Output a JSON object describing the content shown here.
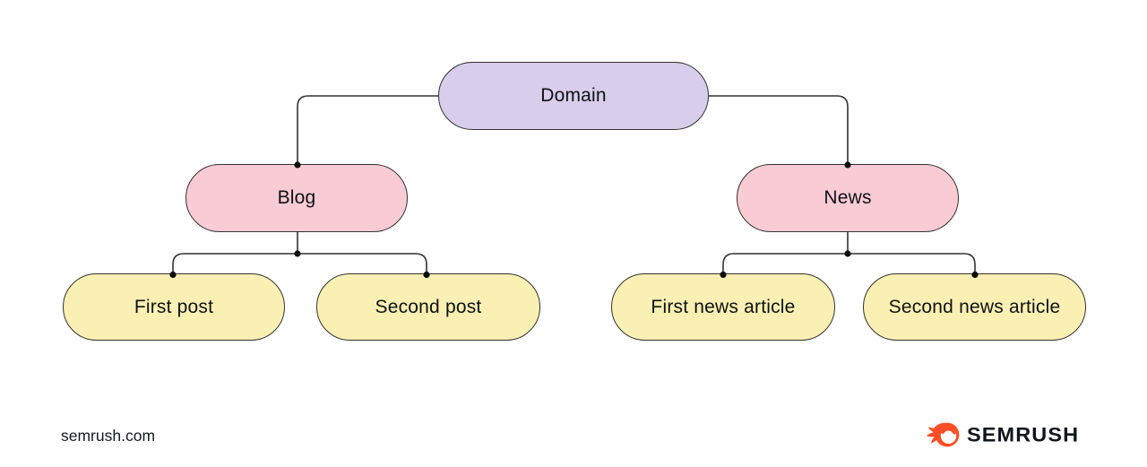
{
  "diagram": {
    "type": "tree",
    "description": "Website structure / URL hierarchy diagram",
    "root": {
      "id": "domain",
      "label": "Domain",
      "children": [
        {
          "id": "blog",
          "label": "Blog",
          "children": [
            {
              "id": "first-post",
              "label": "First post"
            },
            {
              "id": "second-post",
              "label": "Second post"
            }
          ]
        },
        {
          "id": "news",
          "label": "News",
          "children": [
            {
              "id": "first-news-article",
              "label": "First news article"
            },
            {
              "id": "second-news-article",
              "label": "Second news article"
            }
          ]
        }
      ]
    }
  },
  "footer": {
    "site_label": "semrush.com",
    "brand_name": "SEMRUSH",
    "brand_icon": "semrush-comet-icon"
  },
  "colors": {
    "background": "#ffffff",
    "stroke": "#323232",
    "dot": "#0d0d0d",
    "text": "#101114",
    "domain_fill": "#d8cdea",
    "section_fill": "#f8cbd5",
    "page_fill": "#faf0b3",
    "logo_orange": "#ff4e26",
    "logo_text": "#12151a"
  }
}
